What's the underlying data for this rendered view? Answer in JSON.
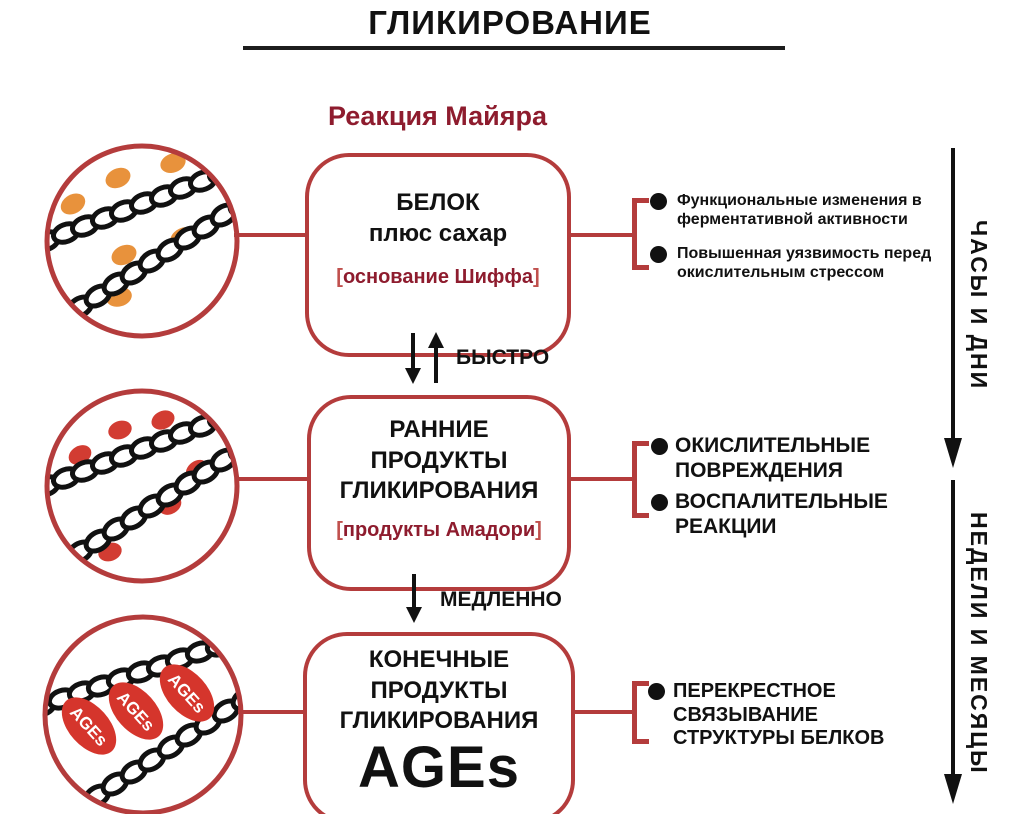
{
  "title": "ГЛИКИРОВАНИЕ",
  "subtitle": "Реакция Майяра",
  "note_brackets": {
    "open": "[",
    "close": "]"
  },
  "stage1": {
    "box_title": "БЕЛОК\nплюс сахар",
    "note": "основание Шиффа",
    "effects": [
      {
        "text": "Функциональные изменения в\nферментативной активности"
      },
      {
        "text": "Повышенная уязвимость перед\nокислительным стрессом"
      }
    ]
  },
  "arrow_fast": "БЫСТРО",
  "stage2": {
    "box_title": "РАННИЕ\nПРОДУКТЫ\nГЛИКИРОВАНИЯ",
    "note": "продукты Амадори",
    "effects": [
      {
        "text": "ОКИСЛИТЕЛЬНЫЕ\nПОВРЕЖДЕНИЯ"
      },
      {
        "text": "ВОСПАЛИТЕЛЬНЫЕ\nРЕАКЦИИ"
      }
    ]
  },
  "arrow_slow": "МЕДЛЕННО",
  "stage3": {
    "box_title": "КОНЕЧНЫЕ\nПРОДУКТЫ\nГЛИКИРОВАНИЯ",
    "acronym": "AGEs",
    "effects": [
      {
        "text": "ПЕРЕКРЕСТНОЕ\nСВЯЗЫВАНИЕ\nСТРУКТУРЫ БЕЛКОВ"
      }
    ]
  },
  "timeline": {
    "top": "ЧАСЫ И ДНИ",
    "bottom": "НЕДЕЛИ И МЕСЯЦЫ"
  },
  "molecule_label": "AGEs",
  "colors": {
    "accent_red": "#b43c3c",
    "maroon_text": "#8e1c2e",
    "bracket_red": "#c0504d",
    "sugar_orange": "#e8923c",
    "early_product_red": "#d23c32",
    "chain_black": "#111111"
  }
}
